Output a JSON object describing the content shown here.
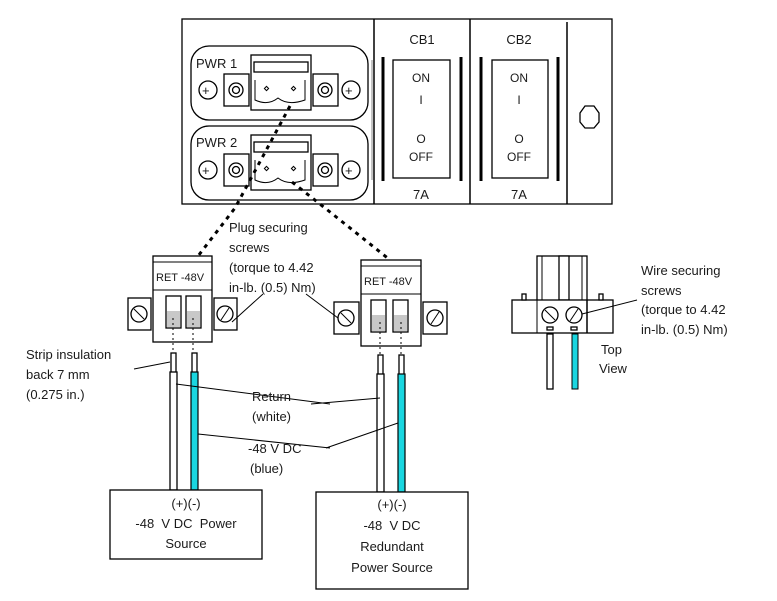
{
  "panel": {
    "pwr1_label": "PWR 1",
    "pwr2_label": "PWR 2",
    "breakers": [
      {
        "name": "CB1",
        "on_label": "ON",
        "on_symbol": "I",
        "off_symbol": "O",
        "off_label": "OFF",
        "rating": "7A"
      },
      {
        "name": "CB2",
        "on_label": "ON",
        "on_symbol": "I",
        "off_symbol": "O",
        "off_label": "OFF",
        "rating": "7A"
      }
    ]
  },
  "plugs": {
    "terminal_label": "RET -48V"
  },
  "callouts": {
    "plug_screws": [
      "Plug securing",
      "screws",
      "(torque to 4.42",
      "in-lb. (0.5) Nm)"
    ],
    "strip": [
      "Strip insulation",
      "back 7 mm",
      "(0.275 in.)"
    ],
    "return_wire": [
      "Return",
      "(white)"
    ],
    "neg_wire": [
      "-48 V DC",
      "(blue)"
    ],
    "wire_screws": [
      "Wire securing",
      "screws",
      "(torque to 4.42",
      "in-lb. (0.5) Nm)"
    ],
    "top_view": [
      "Top",
      "View"
    ]
  },
  "sources": {
    "primary": [
      "(+)(-)",
      "-48  V DC  Power",
      "Source"
    ],
    "redundant": [
      "(+)(-)",
      "-48  V DC",
      "Redundant",
      "Power Source"
    ]
  },
  "colors": {
    "return_wire": "#ffffff",
    "negative_wire": "#1ad6e0",
    "contact_fill": "#c8c8c8"
  }
}
